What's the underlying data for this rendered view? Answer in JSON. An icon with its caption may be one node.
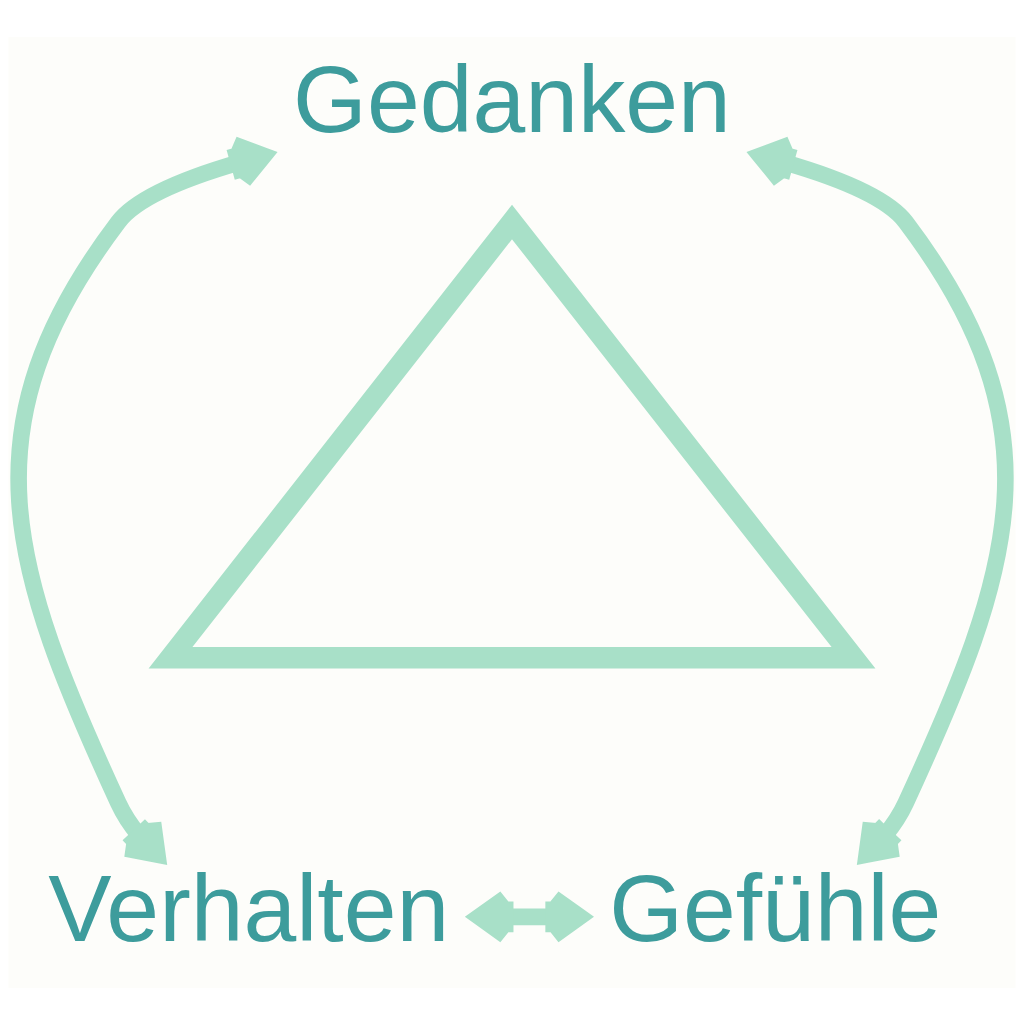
{
  "diagram": {
    "nodes": [
      {
        "text": [
          "Gedanken"
        ]
      },
      {
        "text": [],
        "shape": "triangle"
      },
      {
        "text": [
          "Verhalten"
        ]
      },
      {
        "text": [
          "Gefühle"
        ]
      }
    ],
    "edges": [
      {
        "from": 2,
        "to": 0,
        "arrow": "both"
      },
      {
        "from": 0,
        "to": 3,
        "arrow": "both"
      },
      {
        "from": 2,
        "to": 3,
        "arrow": "both"
      }
    ]
  }
}
